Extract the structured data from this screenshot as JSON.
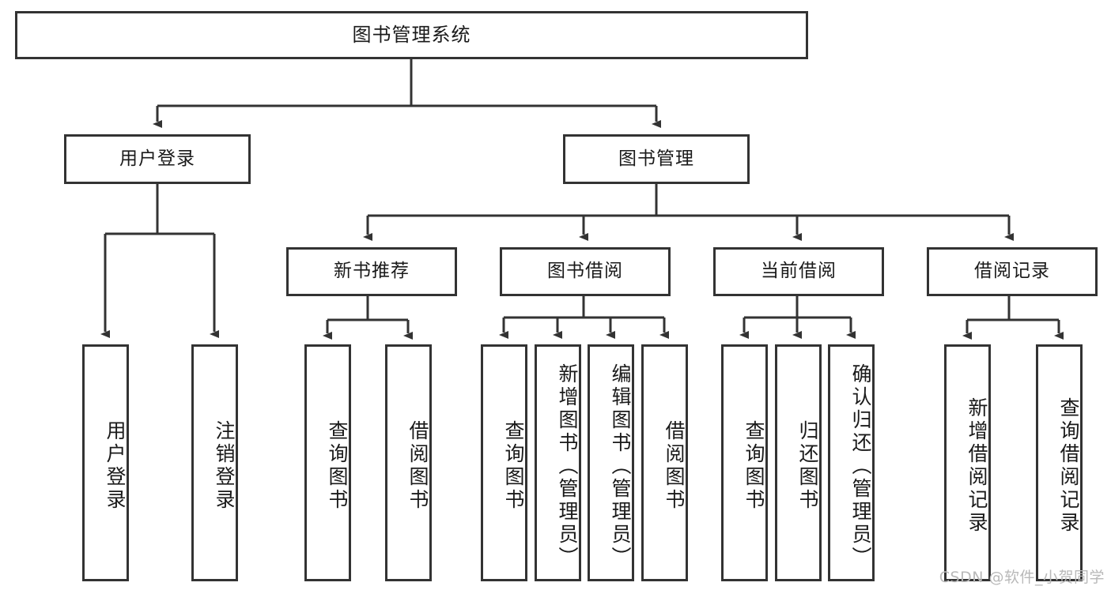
{
  "diagram": {
    "title": "图书管理系统",
    "watermark": "CSDN @软件_小贺同学",
    "colors": {
      "stroke": "#333333",
      "fill": "#ffffff",
      "text": "#1a1a1a",
      "watermark": "#b9b9b9"
    },
    "nodes": {
      "root": {
        "label": "图书管理系统"
      },
      "level2": [
        {
          "id": "user-login",
          "label": "用户登录"
        },
        {
          "id": "book-management",
          "label": "图书管理"
        }
      ],
      "level3": [
        {
          "id": "new-book-recommend",
          "label": "新书推荐"
        },
        {
          "id": "book-borrow",
          "label": "图书借阅"
        },
        {
          "id": "current-borrow",
          "label": "当前借阅"
        },
        {
          "id": "borrow-record",
          "label": "借阅记录"
        }
      ],
      "leaves": {
        "user_login": [
          {
            "id": "leaf-user-login",
            "label": "用户登录"
          },
          {
            "id": "leaf-logout-login",
            "label": "注销登录"
          }
        ],
        "new_book_recommend": [
          {
            "id": "leaf-query-book-1",
            "label": "查询图书"
          },
          {
            "id": "leaf-borrow-book-1",
            "label": "借阅图书"
          }
        ],
        "book_borrow": [
          {
            "id": "leaf-query-book-2",
            "label": "查询图书"
          },
          {
            "id": "leaf-add-book",
            "label": "新增图书（管理员）"
          },
          {
            "id": "leaf-edit-book",
            "label": "编辑图书（管理员）"
          },
          {
            "id": "leaf-borrow-book-2",
            "label": "借阅图书"
          }
        ],
        "current_borrow": [
          {
            "id": "leaf-query-book-3",
            "label": "查询图书"
          },
          {
            "id": "leaf-return-book",
            "label": "归还图书"
          },
          {
            "id": "leaf-confirm-return",
            "label": "确认归还（管理员）"
          }
        ],
        "borrow_record": [
          {
            "id": "leaf-add-record",
            "label": "新增借阅记录"
          },
          {
            "id": "leaf-query-record",
            "label": "查询借阅记录"
          }
        ]
      }
    }
  }
}
